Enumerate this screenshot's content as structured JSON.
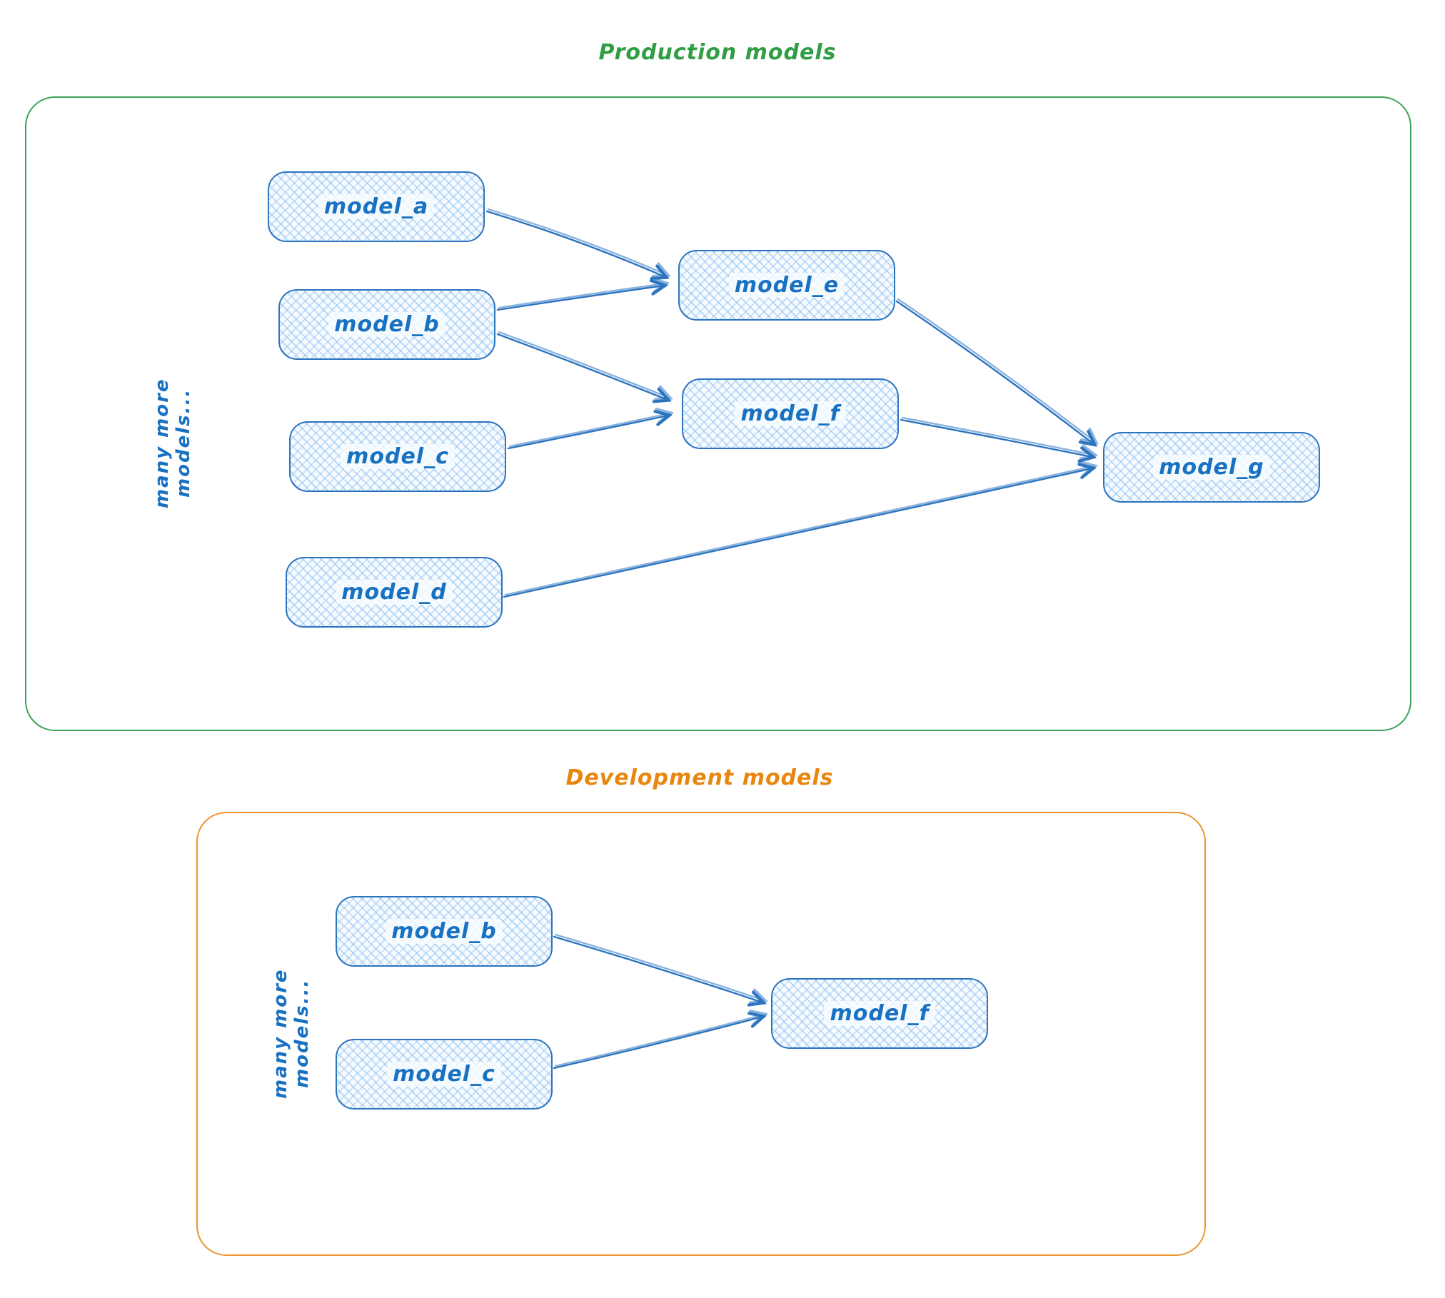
{
  "colors": {
    "node_stroke": "#1971c2",
    "node_hatch": "#a5d8ff",
    "node_text": "#1971c2",
    "production_accent": "#2f9e44",
    "development_accent": "#e8860e"
  },
  "production": {
    "title": "Production models",
    "side_label": "many more models...",
    "nodes": [
      {
        "id": "model_a",
        "label": "model_a"
      },
      {
        "id": "model_b",
        "label": "model_b"
      },
      {
        "id": "model_c",
        "label": "model_c"
      },
      {
        "id": "model_d",
        "label": "model_d"
      },
      {
        "id": "model_e",
        "label": "model_e"
      },
      {
        "id": "model_f",
        "label": "model_f"
      },
      {
        "id": "model_g",
        "label": "model_g"
      }
    ],
    "edges": [
      {
        "from": "model_a",
        "to": "model_e"
      },
      {
        "from": "model_b",
        "to": "model_e"
      },
      {
        "from": "model_b",
        "to": "model_f"
      },
      {
        "from": "model_c",
        "to": "model_f"
      },
      {
        "from": "model_e",
        "to": "model_g"
      },
      {
        "from": "model_f",
        "to": "model_g"
      },
      {
        "from": "model_d",
        "to": "model_g"
      }
    ]
  },
  "development": {
    "title": "Development models",
    "side_label": "many more models...",
    "nodes": [
      {
        "id": "model_b",
        "label": "model_b"
      },
      {
        "id": "model_c",
        "label": "model_c"
      },
      {
        "id": "model_f",
        "label": "model_f"
      }
    ],
    "edges": [
      {
        "from": "model_b",
        "to": "model_f"
      },
      {
        "from": "model_c",
        "to": "model_f"
      }
    ]
  }
}
